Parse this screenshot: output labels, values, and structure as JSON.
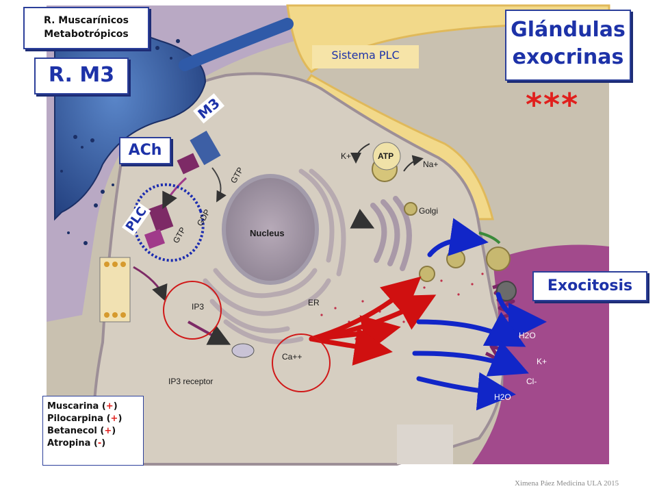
{
  "labels": {
    "receptor_family_line1": "R. Muscarínicos",
    "receptor_family_line2": "Metabotrópicos",
    "receptor_subtype": "R. M3",
    "system": "Sistema PLC",
    "tissue_line1": "Glándulas",
    "tissue_line2": "exocrinas",
    "stars": "***",
    "receptor_tag": "M3",
    "ligand": "ACh",
    "enzyme": "PLC",
    "process": "Exocitosis",
    "credit": "Ximena Páez Medicina ULA 2015"
  },
  "figure_labels": {
    "k_plus_top": "K+",
    "atp": "ATP",
    "na_plus": "Na+",
    "gtp_1": "GTP",
    "gdp": "GDP",
    "gtp_2": "GTP",
    "nucleus": "Nucleus",
    "golgi": "Golgi",
    "er": "ER",
    "ip3": "IP3",
    "ip3_receptor": "IP3 receptor",
    "ca": "Ca++",
    "h2o_1": "H2O",
    "k_plus": "K+",
    "cl_minus": "Cl-",
    "h2o_2": "H2O"
  },
  "drugs": [
    {
      "name": "Muscarina",
      "effect": "+"
    },
    {
      "name": "Pilocarpina",
      "effect": "+"
    },
    {
      "name": "Betanecol",
      "effect": "+"
    },
    {
      "name": "Atropina",
      "effect": "-"
    }
  ],
  "colors": {
    "title_blue": "#1d32a8",
    "box_border": "#2b3f9a",
    "star_red": "#e0201d",
    "cell_bg": "#d9d2c4",
    "cytoplasm": "#d4ccbf",
    "membrane_yellow": "#f2d98a",
    "lumen_magenta": "#a24a8c",
    "arrow_red": "#d01010",
    "arrow_blue": "#1126c8",
    "circle_red": "#d01818",
    "circle_blue": "#1a2bb0",
    "nerve_blue": "#2f5aa8"
  }
}
